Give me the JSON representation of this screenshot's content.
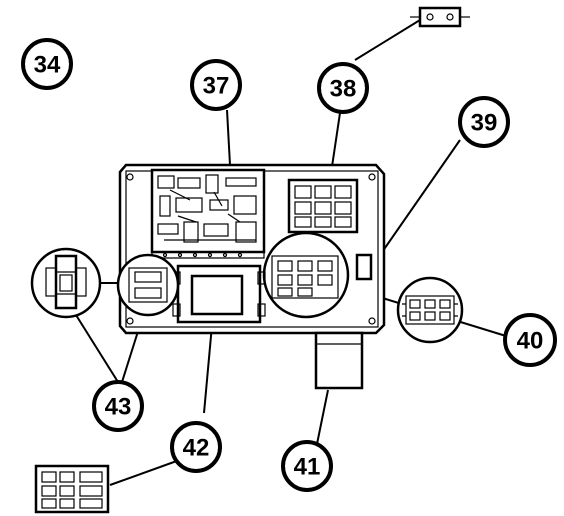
{
  "callouts": {
    "c34": "34",
    "c37": "37",
    "c38": "38",
    "c39": "39",
    "c40": "40",
    "c41": "41",
    "c42": "42",
    "c43": "43"
  },
  "colors": {
    "line": "#000000",
    "background": "#ffffff"
  }
}
